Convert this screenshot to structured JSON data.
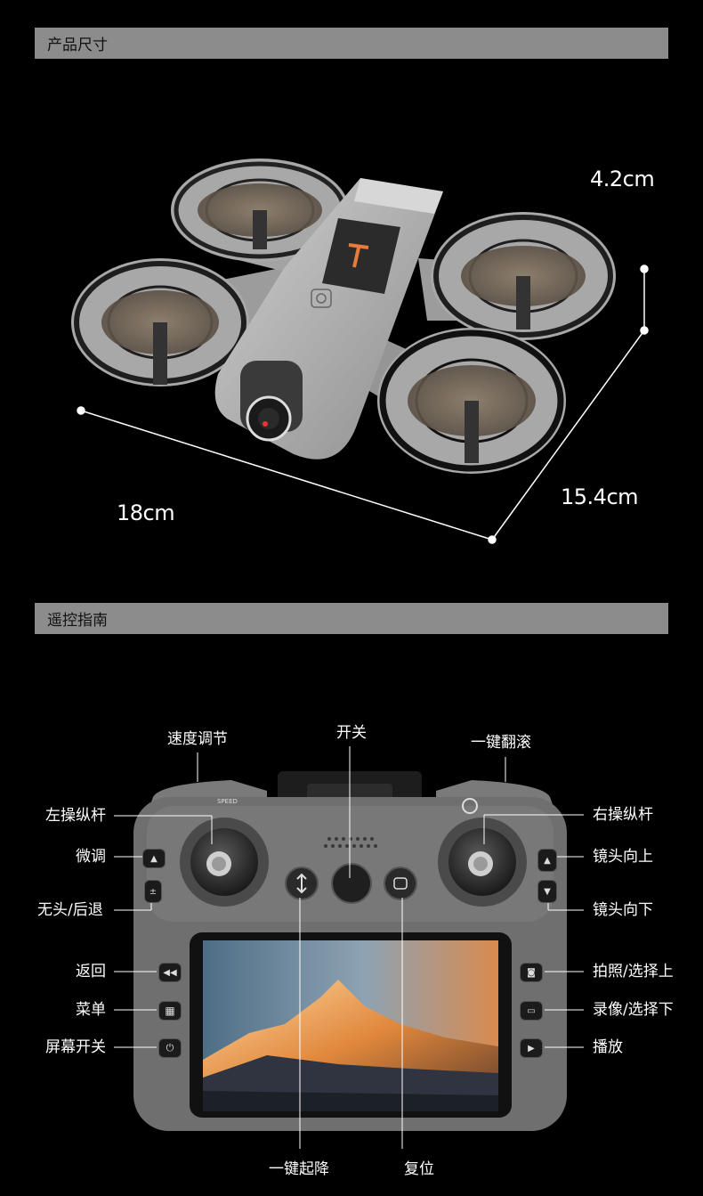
{
  "sections": {
    "dimensions_title": "产品尺寸",
    "remote_title": "遥控指南"
  },
  "dimensions": {
    "height": "4.2cm",
    "length": "18cm",
    "width": "15.4cm"
  },
  "callouts": {
    "speed": "速度调节",
    "power": "开关",
    "flip": "一键翻滚",
    "left_stick": "左操纵杆",
    "trim": "微调",
    "headless_back": "无头/后退",
    "back": "返回",
    "menu": "菜单",
    "screen_toggle": "屏幕开关",
    "right_stick": "右操纵杆",
    "lens_up": "镜头向上",
    "lens_down": "镜头向下",
    "photo_select_up": "拍照/选择上",
    "video_select_down": "录像/选择下",
    "playback": "播放",
    "takeoff_land": "一键起降",
    "reset": "复位"
  },
  "device_labels": {
    "speed_tag": "SPEED"
  },
  "colors": {
    "section_bar": "#8c8c8c",
    "drone_body": "#b5b5b5",
    "controller_body": "#6f6f6f"
  }
}
